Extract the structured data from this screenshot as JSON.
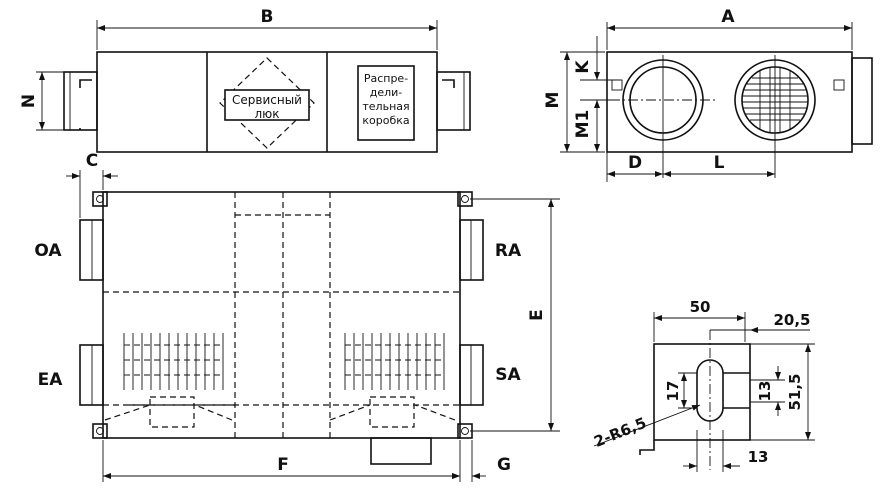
{
  "dimensions": {
    "A": "A",
    "B": "B",
    "N": "N",
    "K": "K",
    "M": "M",
    "M1": "M1",
    "D": "D",
    "L": "L",
    "C": "C",
    "E": "E",
    "F": "F",
    "G": "G"
  },
  "ports": {
    "oa": "OA",
    "ea": "EA",
    "ra": "RA",
    "sa": "SA"
  },
  "panels": {
    "service_hatch": [
      "Сервисный",
      "люк"
    ],
    "distribution_box": [
      "Распре-",
      "дели-",
      "тельная",
      "коробка"
    ]
  },
  "bracket": {
    "width": "50",
    "offset": "20,5",
    "height": "51,5",
    "slot_length": "17",
    "slot_width": "13",
    "slot_offset": "13",
    "radius": "2-R6,5"
  }
}
